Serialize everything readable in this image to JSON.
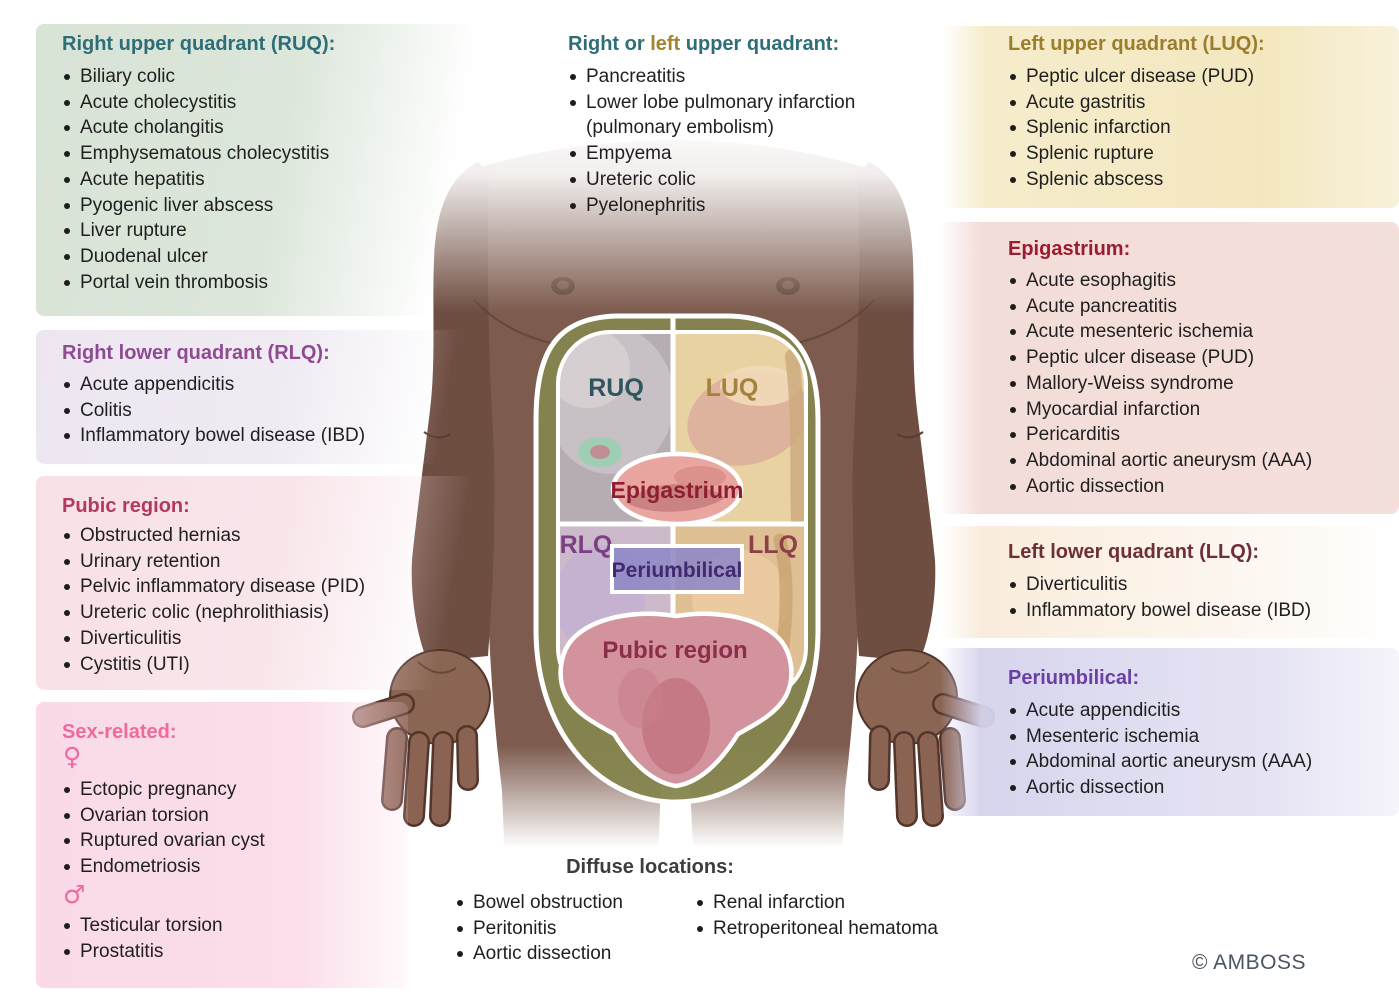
{
  "panels": {
    "ruq": {
      "title": "Right upper quadrant (RUQ):",
      "items": [
        "Biliary colic",
        "Acute cholecystitis",
        "Acute cholangitis",
        "Emphysematous cholecystitis",
        "Acute hepatitis",
        "Pyogenic liver abscess",
        "Liver rupture",
        "Duodenal ulcer",
        "Portal vein thrombosis"
      ]
    },
    "upper_center": {
      "title_pre": "Right or ",
      "title_mid": "left",
      "title_post": " upper quadrant:",
      "items": [
        "Pancreatitis",
        "Lower lobe pulmonary infarction (pulmonary embolism)",
        "Empyema",
        "Ureteric colic",
        "Pyelonephritis"
      ]
    },
    "luq": {
      "title": "Left upper quadrant (LUQ):",
      "items": [
        "Peptic ulcer disease (PUD)",
        "Acute gastritis",
        "Splenic infarction",
        "Splenic rupture",
        "Splenic abscess"
      ]
    },
    "epigastrium": {
      "title": "Epigastrium:",
      "items": [
        "Acute esophagitis",
        "Acute pancreatitis",
        "Acute mesenteric ischemia",
        "Peptic ulcer disease (PUD)",
        "Mallory-Weiss syndrome",
        "Myocardial infarction",
        "Pericarditis",
        "Abdominal aortic aneurysm (AAA)",
        "Aortic dissection"
      ]
    },
    "llq": {
      "title": "Left lower quadrant (LLQ):",
      "items": [
        "Diverticulitis",
        "Inflammatory bowel disease (IBD)"
      ]
    },
    "periumbilical": {
      "title": "Periumbilical:",
      "items": [
        "Acute appendicitis",
        "Mesenteric ischemia",
        "Abdominal aortic aneurysm (AAA)",
        "Aortic dissection"
      ]
    },
    "rlq": {
      "title": "Right lower quadrant (RLQ):",
      "items": [
        "Acute appendicitis",
        "Colitis",
        "Inflammatory bowel disease (IBD)"
      ]
    },
    "pubic": {
      "title": "Pubic region:",
      "items": [
        "Obstructed hernias",
        "Urinary retention",
        "Pelvic inflammatory disease (PID)",
        "Ureteric colic (nephrolithiasis)",
        "Diverticulitis",
        "Cystitis (UTI)"
      ]
    },
    "sex": {
      "title": "Sex-related:",
      "female_symbol": "♀",
      "female_items": [
        "Ectopic pregnancy",
        "Ovarian torsion",
        "Ruptured ovarian cyst",
        "Endometriosis"
      ],
      "male_symbol": "♂",
      "male_items": [
        "Testicular torsion",
        "Prostatitis"
      ]
    },
    "diffuse": {
      "title": "Diffuse locations:",
      "col1": [
        "Bowel obstruction",
        "Peritonitis",
        "Aortic dissection"
      ],
      "col2": [
        "Renal infarction",
        "Retroperitoneal hematoma"
      ]
    }
  },
  "diagram": {
    "labels": {
      "ruq": "RUQ",
      "luq": "LUQ",
      "rlq": "RLQ",
      "llq": "LLQ",
      "epigastrium": "Epigastrium",
      "periumbilical": "Periumbilical",
      "pubic": "Pubic region"
    }
  },
  "footer": {
    "copyright": "© AMBOSS"
  },
  "colors": {
    "heading_teal": "#2e6e79",
    "heading_gold": "#a5832f",
    "heading_olive": "#9b7d2e",
    "heading_crimson": "#9c1b31",
    "heading_maroon": "#6e2f37",
    "heading_purple": "#6b3fa3",
    "heading_orchid": "#8f4b92",
    "heading_rose": "#b23a5e",
    "heading_pink": "#ee6a9d",
    "skin": "#7d5b4e",
    "overlay_olive": "#85854e",
    "epigastrium_fill": "#e9a6a0",
    "periumbilical_fill": "#8e88c6",
    "pubic_fill": "#d2939d"
  }
}
